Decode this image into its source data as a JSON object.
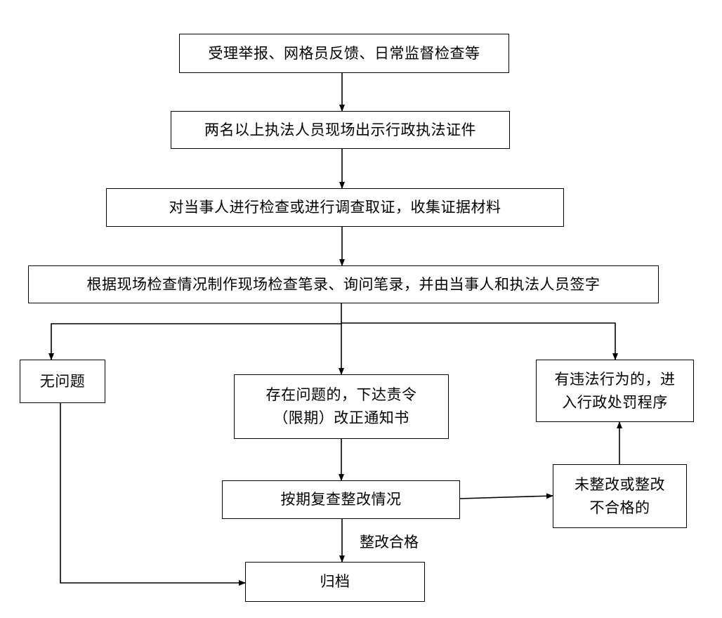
{
  "flowchart": {
    "nodes": [
      {
        "id": "n1",
        "lines": [
          "受理举报、网格员反馈、日常监督检查等"
        ]
      },
      {
        "id": "n2",
        "lines": [
          "两名以上执法人员现场出示行政执法证件"
        ]
      },
      {
        "id": "n3",
        "lines": [
          "对当事人进行检查或进行调查取证，收集证据材料"
        ]
      },
      {
        "id": "n4",
        "lines": [
          "根据现场检查情况制作现场检查笔录、询问笔录，并由当事人和执法人员签字"
        ]
      },
      {
        "id": "n5",
        "lines": [
          "无问题"
        ]
      },
      {
        "id": "n6",
        "lines": [
          "存在问题的，下达责令",
          "（限期）改正通知书"
        ]
      },
      {
        "id": "n7",
        "lines": [
          "有违法行为的，进",
          "入行政处罚程序"
        ]
      },
      {
        "id": "n8",
        "lines": [
          "按期复查整改情况"
        ]
      },
      {
        "id": "n9",
        "lines": [
          "未整改或整改",
          "不合格的"
        ]
      },
      {
        "id": "n10",
        "lines": [
          "归档"
        ]
      }
    ],
    "edge_labels": {
      "pass": "整改合格"
    }
  }
}
